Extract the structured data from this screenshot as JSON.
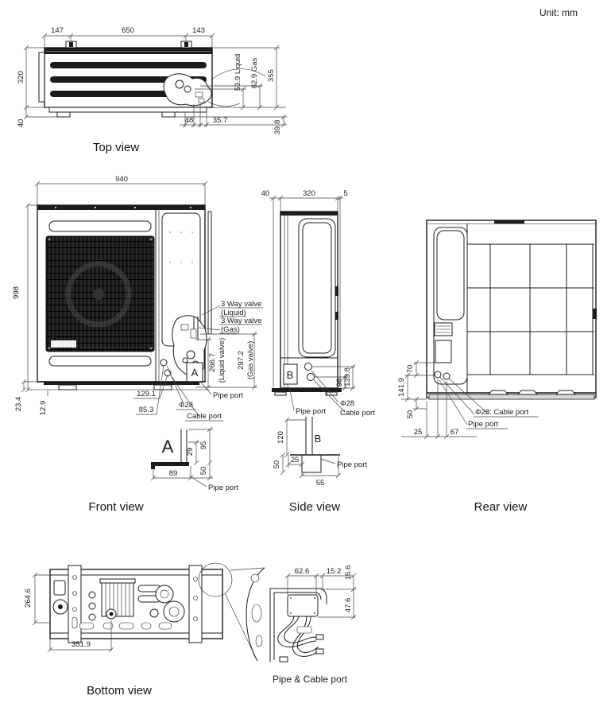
{
  "unit_label": "Unit: mm",
  "colors": {
    "ink": "#1c1c1c",
    "paper": "#ffffff"
  },
  "views": {
    "top": {
      "title": "Top view",
      "dims": {
        "w_left": "147",
        "w_mid": "650",
        "w_right": "143",
        "h_body": "320",
        "h_base": "40",
        "liquid": "53.9 Liquid",
        "gas": "62.9 Gas",
        "depth": "355",
        "port_a": "48",
        "port_b": "35.7",
        "base_depth": "39.8"
      }
    },
    "front": {
      "title": "Front view",
      "dims": {
        "width": "940",
        "height": "998",
        "base_h": "23.4",
        "foot_inset": "12.9",
        "port_x1": "129.1",
        "port_x2": "85.3",
        "port_dia": "Φ28",
        "liquid_h": "266.7",
        "liquid_note": "(Liquid valve)",
        "gas_h": "297.2",
        "gas_note": "(Gas valve)"
      },
      "labels": {
        "valve_liquid_1": "3 Way valve",
        "valve_liquid_2": "(Liquid)",
        "valve_gas_1": "3 Way valve",
        "valve_gas_2": "(Gas)",
        "cable_port": "Cable port",
        "pipe_port": "Pipe port",
        "detail_mark": "A"
      },
      "detail_a": {
        "letter": "A",
        "d29": "29",
        "d95": "95",
        "d50": "50",
        "d89": "89",
        "pipe_port": "Pipe port"
      }
    },
    "side": {
      "title": "Side view",
      "dims": {
        "front_gap": "40",
        "depth": "320",
        "rear_gap": "5",
        "port_h1": "96",
        "port_h2": "139.8"
      },
      "labels": {
        "detail_mark": "B",
        "pipe_port": "Pipe port",
        "cable_dia": "Φ28",
        "cable_port": "Cable port"
      },
      "detail_b": {
        "letter": "B",
        "d120": "120",
        "d50": "50",
        "d25": "25",
        "d55": "55",
        "pipe_port": "Pipe port"
      }
    },
    "rear": {
      "title": "Rear view",
      "dims": {
        "d70": "70",
        "d141_9": "141.9",
        "d50": "50",
        "d25": "25",
        "d67": "67"
      },
      "labels": {
        "cable_port": "Φ28: Cable port",
        "pipe_port": "Pipe port"
      }
    },
    "bottom": {
      "title": "Bottom view",
      "dims": {
        "depth_part": "264.6",
        "width_part": "351.9"
      }
    },
    "detail": {
      "title": "Pipe & Cable port",
      "dims": {
        "d62_6": "62.6",
        "d15_2": "15.2",
        "d15_6": "15.6",
        "d47_6": "47.6"
      }
    }
  }
}
